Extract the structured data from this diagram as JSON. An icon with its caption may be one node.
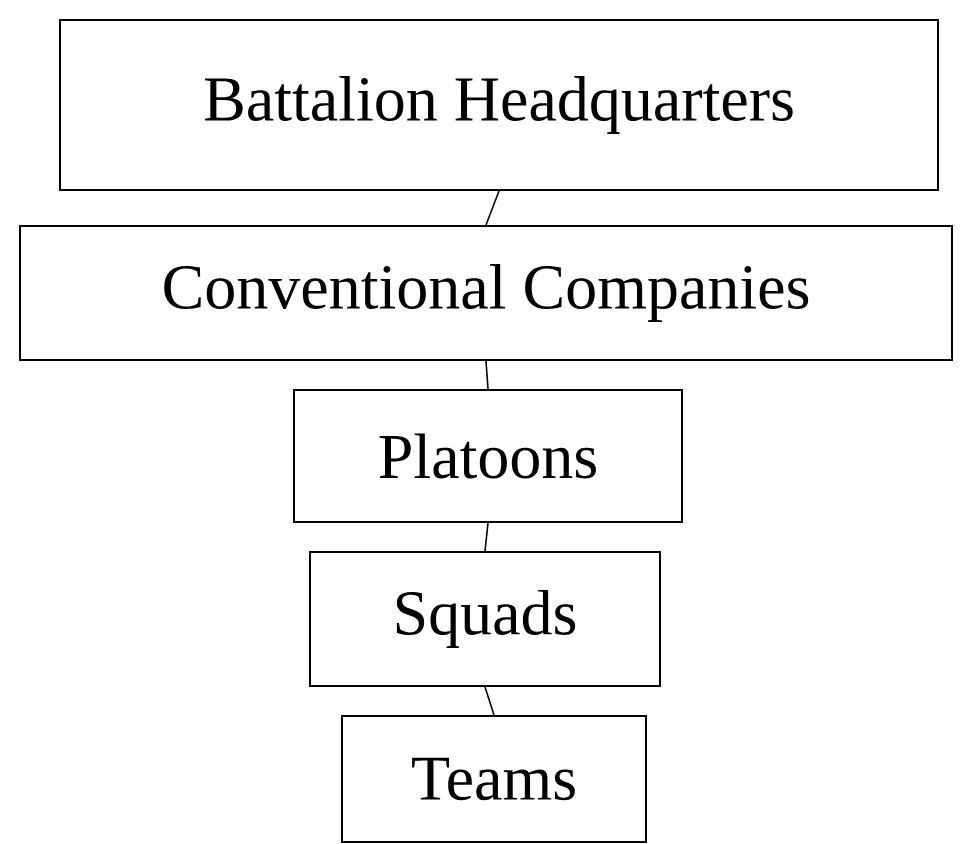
{
  "diagram": {
    "nodes": [
      {
        "text": [
          "Battalion Headquarters"
        ]
      },
      {
        "text": [
          "Conventional Companies"
        ]
      },
      {
        "text": [
          "Platoons"
        ]
      },
      {
        "text": [
          "Squads"
        ]
      },
      {
        "text": [
          "Teams"
        ]
      }
    ],
    "edges": [
      {
        "from": 0,
        "to": 1,
        "arrow": "none"
      },
      {
        "from": 1,
        "to": 2,
        "arrow": "none"
      },
      {
        "from": 2,
        "to": 3,
        "arrow": "none"
      },
      {
        "from": 3,
        "to": 4,
        "arrow": "none"
      }
    ]
  }
}
